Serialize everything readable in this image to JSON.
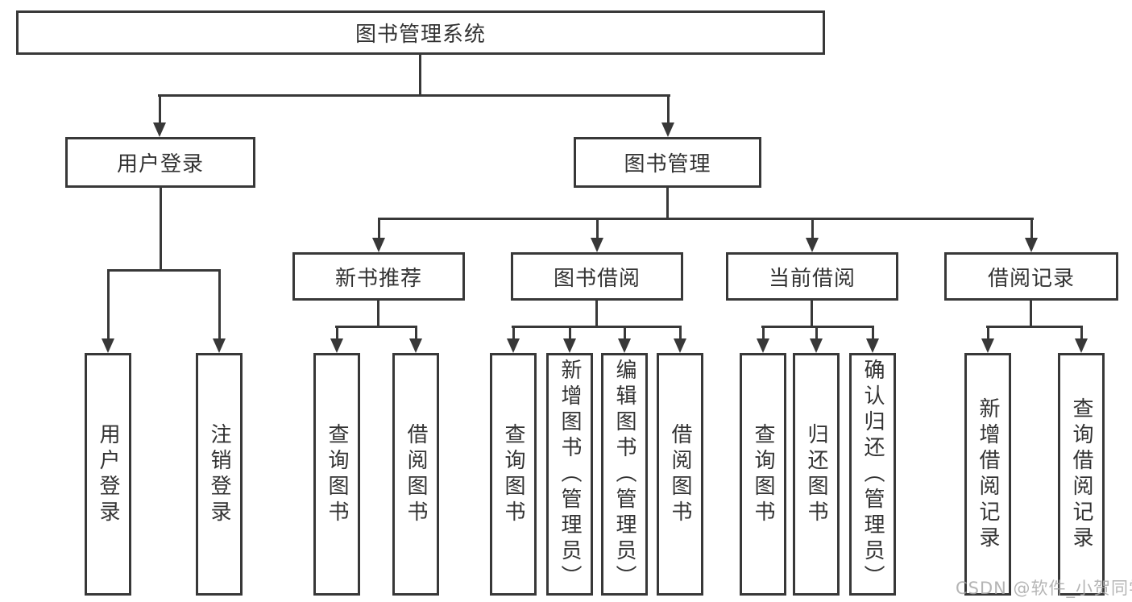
{
  "tree": {
    "root": {
      "label": "图书管理系统"
    },
    "branches": [
      {
        "label": "用户登录",
        "children": [
          {
            "label": "用户登录"
          },
          {
            "label": "注销登录"
          }
        ]
      },
      {
        "label": "图书管理",
        "children": [
          {
            "label": "新书推荐",
            "children": [
              {
                "label": "查询图书"
              },
              {
                "label": "借阅图书"
              }
            ]
          },
          {
            "label": "图书借阅",
            "children": [
              {
                "label": "查询图书"
              },
              {
                "label": "新增图书（管理员）"
              },
              {
                "label": "编辑图书（管理员）"
              },
              {
                "label": "借阅图书"
              }
            ]
          },
          {
            "label": "当前借阅",
            "children": [
              {
                "label": "查询图书"
              },
              {
                "label": "归还图书"
              },
              {
                "label": "确认归还（管理员）"
              }
            ]
          },
          {
            "label": "借阅记录",
            "children": [
              {
                "label": "新增借阅记录"
              },
              {
                "label": "查询借阅记录"
              }
            ]
          }
        ]
      }
    ]
  },
  "watermark": {
    "text": "CSDN @软件_小贺同学"
  },
  "colors": {
    "line": "#383838",
    "text": "#333333",
    "background": "#ffffff",
    "watermark": "#a8a8a8"
  }
}
